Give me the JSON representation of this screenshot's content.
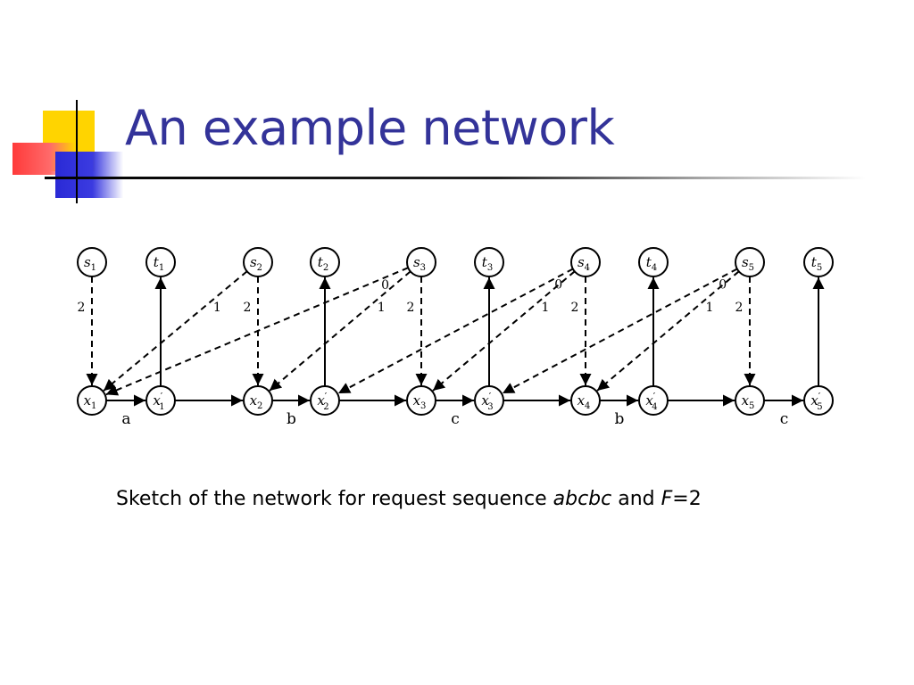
{
  "slide": {
    "title": "An example network"
  },
  "diagram": {
    "nodes": {
      "top": [
        {
          "id": "s1",
          "base": "s",
          "sub": "1"
        },
        {
          "id": "t1",
          "base": "t",
          "sub": "1"
        },
        {
          "id": "s2",
          "base": "s",
          "sub": "2"
        },
        {
          "id": "t2",
          "base": "t",
          "sub": "2"
        },
        {
          "id": "s3",
          "base": "s",
          "sub": "3"
        },
        {
          "id": "t3",
          "base": "t",
          "sub": "3"
        },
        {
          "id": "s4",
          "base": "s",
          "sub": "4"
        },
        {
          "id": "t4",
          "base": "t",
          "sub": "4"
        },
        {
          "id": "s5",
          "base": "s",
          "sub": "5"
        },
        {
          "id": "t5",
          "base": "t",
          "sub": "5"
        }
      ],
      "bottom": [
        {
          "id": "x1",
          "base": "x",
          "sub": "1",
          "prime": false
        },
        {
          "id": "x1p",
          "base": "x",
          "sub": "1",
          "prime": true
        },
        {
          "id": "x2",
          "base": "x",
          "sub": "2",
          "prime": false
        },
        {
          "id": "x2p",
          "base": "x",
          "sub": "2",
          "prime": true
        },
        {
          "id": "x3",
          "base": "x",
          "sub": "3",
          "prime": false
        },
        {
          "id": "x3p",
          "base": "x",
          "sub": "3",
          "prime": true
        },
        {
          "id": "x4",
          "base": "x",
          "sub": "4",
          "prime": false
        },
        {
          "id": "x4p",
          "base": "x",
          "sub": "4",
          "prime": true
        },
        {
          "id": "x5",
          "base": "x",
          "sub": "5",
          "prime": false
        },
        {
          "id": "x5p",
          "base": "x",
          "sub": "5",
          "prime": true
        }
      ]
    },
    "edges": {
      "solid": [
        {
          "from": "x1",
          "to": "x1p"
        },
        {
          "from": "x1p",
          "to": "x2"
        },
        {
          "from": "x2",
          "to": "x2p"
        },
        {
          "from": "x2p",
          "to": "x3"
        },
        {
          "from": "x3",
          "to": "x3p"
        },
        {
          "from": "x3p",
          "to": "x4"
        },
        {
          "from": "x4",
          "to": "x4p"
        },
        {
          "from": "x4p",
          "to": "x5"
        },
        {
          "from": "x5",
          "to": "x5p"
        },
        {
          "from": "x1p",
          "to": "t1"
        },
        {
          "from": "x2p",
          "to": "t2"
        },
        {
          "from": "x3p",
          "to": "t3"
        },
        {
          "from": "x4p",
          "to": "t4"
        },
        {
          "from": "x5p",
          "to": "t5"
        }
      ],
      "dashed": [
        {
          "from": "s1",
          "to": "x1",
          "label": "2"
        },
        {
          "from": "s2",
          "to": "x2",
          "label": "2"
        },
        {
          "from": "s3",
          "to": "x3",
          "label": "2"
        },
        {
          "from": "s4",
          "to": "x4",
          "label": "2"
        },
        {
          "from": "s5",
          "to": "x5",
          "label": "2"
        },
        {
          "from": "s2",
          "to": "x1",
          "label": "1"
        },
        {
          "from": "s3",
          "to": "x1",
          "label": "0"
        },
        {
          "from": "s3",
          "to": "x2",
          "label": "1"
        },
        {
          "from": "s4",
          "to": "x2p",
          "label": "0"
        },
        {
          "from": "s4",
          "to": "x3",
          "label": "1"
        },
        {
          "from": "s5",
          "to": "x3p",
          "label": "0"
        },
        {
          "from": "s5",
          "to": "x4",
          "label": "1"
        }
      ]
    },
    "chars": [
      "a",
      "b",
      "c",
      "b",
      "c"
    ]
  },
  "caption": {
    "prefix": "Sketch of the network for request sequence ",
    "sequence": "abcbc",
    "middle": " and ",
    "variable": "F",
    "suffix": "=2"
  }
}
